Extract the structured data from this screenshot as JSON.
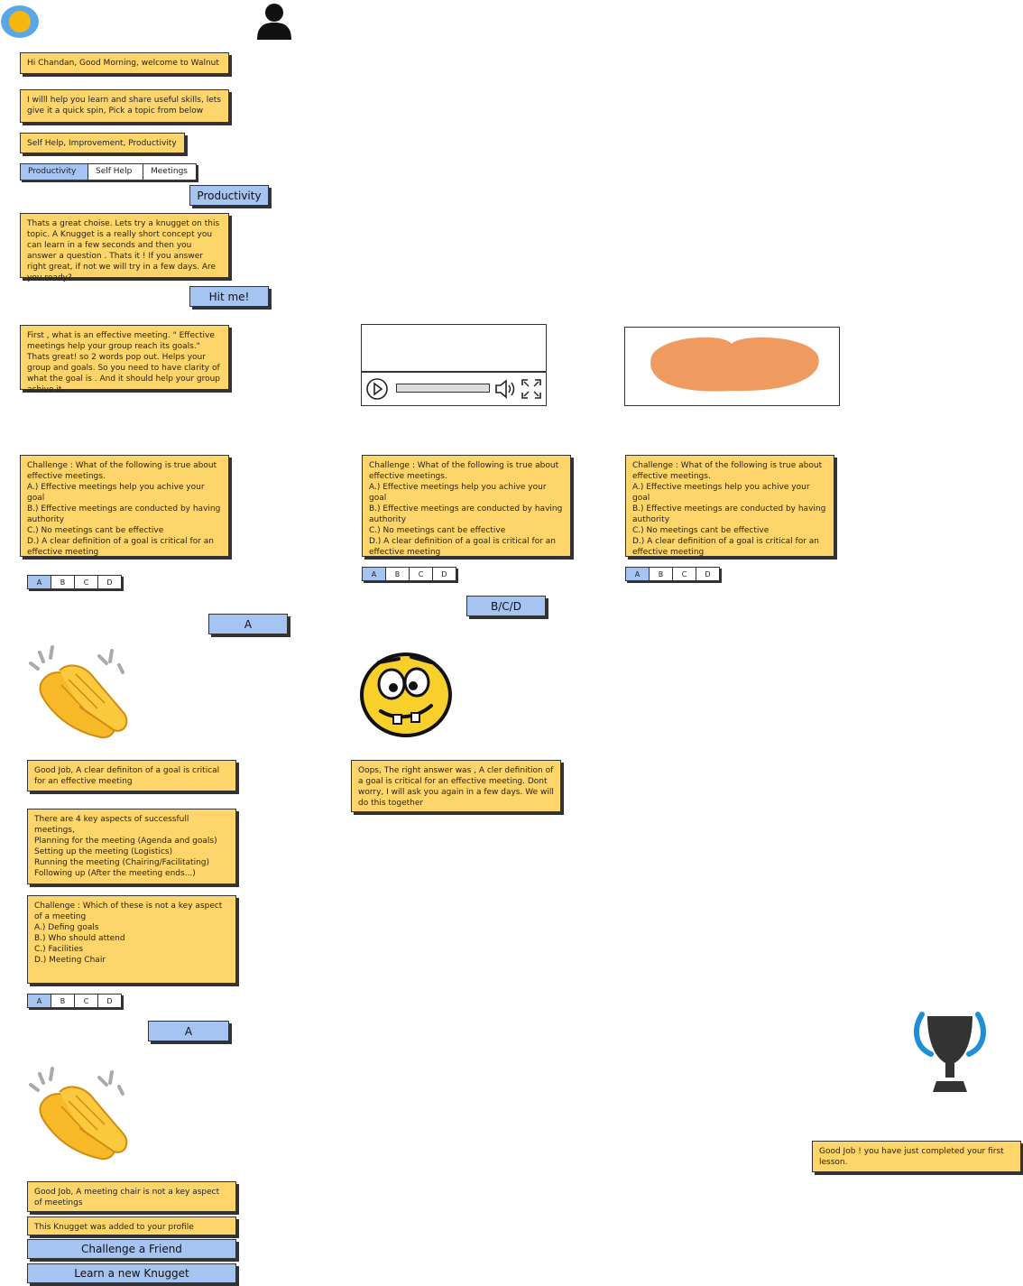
{
  "header": {
    "logo_icon": "bot-avatar-icon",
    "user_icon": "user-icon"
  },
  "chat": {
    "greeting": "Hi Chandan, Good Morning, welcome to Walnut",
    "intro": "I willl help you learn and share useful skills, lets give it a quick spin, Pick a topic from below",
    "topics_prompt": "Self Help, Improvement, Productivity",
    "tabs": [
      {
        "label": "Productivity",
        "selected": true
      },
      {
        "label": "Self Help",
        "selected": false
      },
      {
        "label": "Meetings",
        "selected": false
      }
    ],
    "user_choice": "Productivity",
    "knugget_intro": "Thats a great choise. Lets try a knugget on this topic. A Knugget is a really short concept you can learn in a few seconds and then you answer a question . Thats it ! If you answer right great, if not we will try in a few days. Are you ready?",
    "hit_me": "Hit me!",
    "concept": "First , what is an effective meeting. \" Effective meetings help your group reach its goals.\" Thats great! so 2 words pop out. Helps your group and goals. So you need to have clarity of what the goal is . And it should help your group achive it.",
    "challenge1": "Challenge : What of the following is true about effective meetings.\nA.) Effective meetings help you achive your goal\nB.) Effective meetings are conducted by having authority\nC.) No meetings cant be effective\nD.) A clear definition of a goal is critical for an effective meeting",
    "options": [
      "A",
      "B",
      "C",
      "D"
    ],
    "answer_col1": "A",
    "answer_col2": "B/C/D",
    "good_job1": "Good Job, A clear definiton of a goal is critical for an effective meeting",
    "oops": "Oops, The right answer was , A cler definition of a goal is critical for an effective meeting. Dont worry, I will ask you again in a few days. We will do this together",
    "aspects": "There are 4 key aspects of successfull meetings,\nPlanning for the meeting (Agenda and goals)\nSetting up the meeting (Logistics)\nRunning the meeting (Chairing/Facilitating)\nFollowing up (After the meeting ends...)",
    "challenge2": "Challenge : Which of these is not a key aspect of a meeting\nA.) Defing goals\nB.) Who should attend\nC.) Facilities\nD.) Meeting Chair",
    "answer2": "A",
    "good_job2": "Good Job, A meeting chair is not a key aspect of meetings",
    "added": "This Knugget was added to your profile",
    "challenge_friend": "Challenge a Friend",
    "learn_new": "Learn a new Knugget",
    "lesson_complete": "Good Job ! you have just completed your first lesson."
  },
  "icons": {
    "video_player": "video-player-icon",
    "play": "play-icon",
    "volume": "volume-icon",
    "fullscreen": "fullscreen-icon",
    "image_placeholder": "image-placeholder",
    "clap": "clapping-hands-icon",
    "confused": "confused-face-icon",
    "trophy": "trophy-icon"
  },
  "colors": {
    "bubble": "#fdd56a",
    "button": "#a5c4f2",
    "border": "#333333",
    "orange_blob": "#ef9a5e",
    "logo_ring": "#5aa7e8",
    "logo_core": "#f5b70f"
  }
}
